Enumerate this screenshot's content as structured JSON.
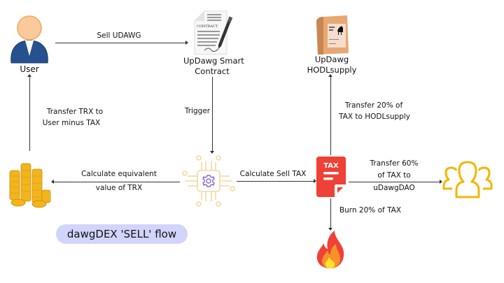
{
  "title": "dawgDEX 'SELL' flow",
  "nodes": {
    "user": {
      "label": "User",
      "icon": "user-icon"
    },
    "contract": {
      "label_line1": "UpDawg Smart",
      "label_line2": "Contract",
      "icon": "contract-document-icon"
    },
    "hodl": {
      "label_line1": "UpDawg",
      "label_line2": "HODLsupply",
      "icon": "paper-bag-icon"
    },
    "coins": {
      "icon": "coin-stacks-icon"
    },
    "processor": {
      "icon": "cpu-gear-icon"
    },
    "tax": {
      "icon": "tax-document-icon",
      "badge_text": "TAX"
    },
    "dao": {
      "icon": "group-users-icon"
    },
    "burn": {
      "icon": "fire-icon"
    }
  },
  "edges": {
    "sell": "Sell UDAWG",
    "trigger": "Trigger",
    "transfer_trx_line1": "Transfer TRX to",
    "transfer_trx_line2": "User minus TAX",
    "calc_equiv_line1": "Calculate equivalent",
    "calc_equiv_line2": "value of TRX",
    "calc_tax": "Calculate Sell TAX",
    "hodl_transfer_line1": "Transfer 20% of",
    "hodl_transfer_line2": "TAX to HODLsupply",
    "dao_transfer_line1": "Transfer 60%",
    "dao_transfer_line2": "of TAX to",
    "dao_transfer_line3": "uDawgDAO",
    "burn": "Burn 20% of TAX"
  },
  "colors": {
    "pill_bg": "#d1d5fb",
    "tax_red": "#ef4136",
    "dao_yellow": "#f2b705",
    "cpu_line": "#f5d9a0",
    "gear_purple": "#8a6fd1",
    "user_suit": "#27508f",
    "user_skin": "#fcc99a"
  }
}
